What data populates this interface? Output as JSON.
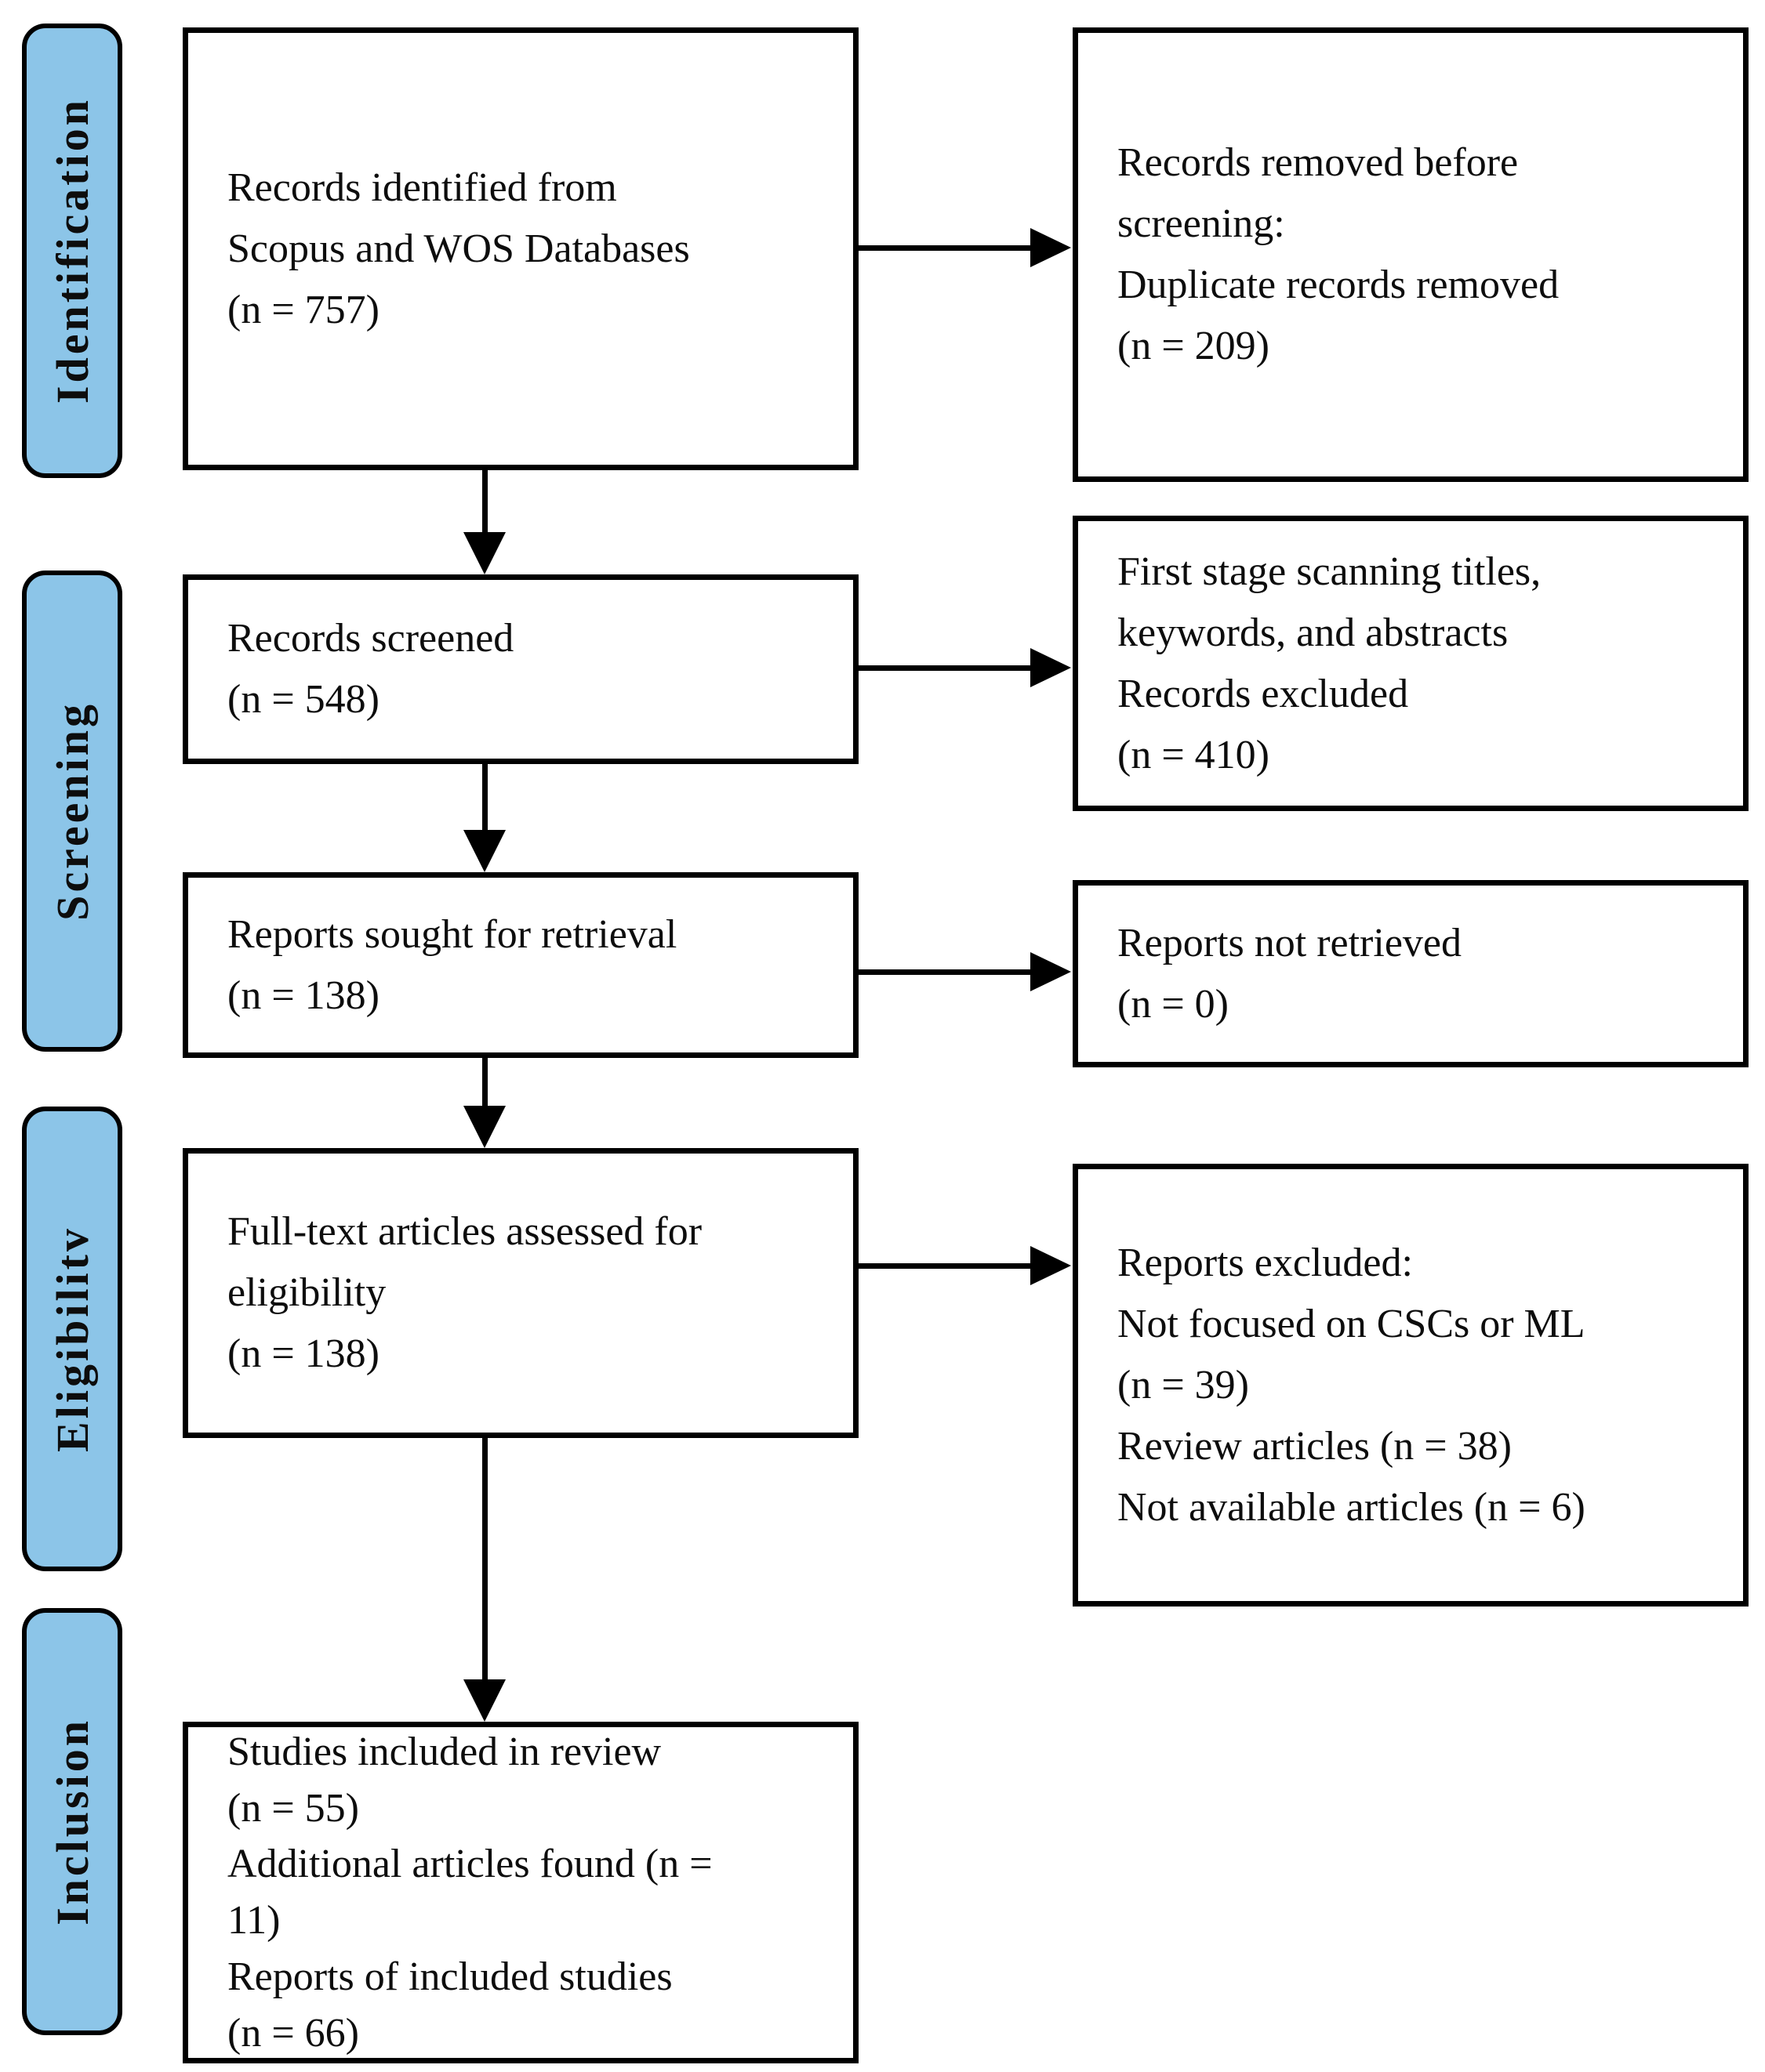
{
  "figure": {
    "kind": "prisma-flow-diagram",
    "colors": {
      "stage_fill": "#8cc5e8",
      "border": "#000000",
      "background": "#ffffff",
      "text": "#0d0d0d"
    }
  },
  "sidebar": {
    "stages": [
      {
        "label": "Identification"
      },
      {
        "label": "Screening"
      },
      {
        "label": "Eligibilitv"
      },
      {
        "label": "Inclusion"
      }
    ]
  },
  "boxes": {
    "identified": {
      "lines": [
        "Records identified from",
        "Scopus and WOS Databases",
        "(n = 757)"
      ]
    },
    "removed_before_screening": {
      "lines": [
        "Records removed before",
        "screening:",
        "Duplicate records removed",
        "(n = 209)"
      ]
    },
    "screened": {
      "lines": [
        "Records screened",
        "(n = 548)"
      ]
    },
    "first_stage_excluded": {
      "lines": [
        "First stage scanning titles,",
        "keywords, and abstracts",
        "Records excluded",
        "(n = 410)"
      ]
    },
    "sought_for_retrieval": {
      "lines": [
        "Reports sought for retrieval",
        "(n = 138)"
      ]
    },
    "not_retrieved": {
      "lines": [
        "Reports not retrieved",
        "(n = 0)"
      ]
    },
    "fulltext_assessed": {
      "lines": [
        "Full-text articles assessed for",
        "eligibility",
        "(n = 138)"
      ]
    },
    "reports_excluded": {
      "lines": [
        "Reports excluded:",
        "Not focused on CSCs or ML",
        "(n = 39)",
        "Review articles (n = 38)",
        "Not available articles (n = 6)"
      ]
    },
    "included": {
      "lines": [
        "Studies included in review",
        "(n = 55)",
        "Additional articles found (n =",
        "11)",
        "Reports of included studies",
        "(n = 66)"
      ]
    }
  }
}
